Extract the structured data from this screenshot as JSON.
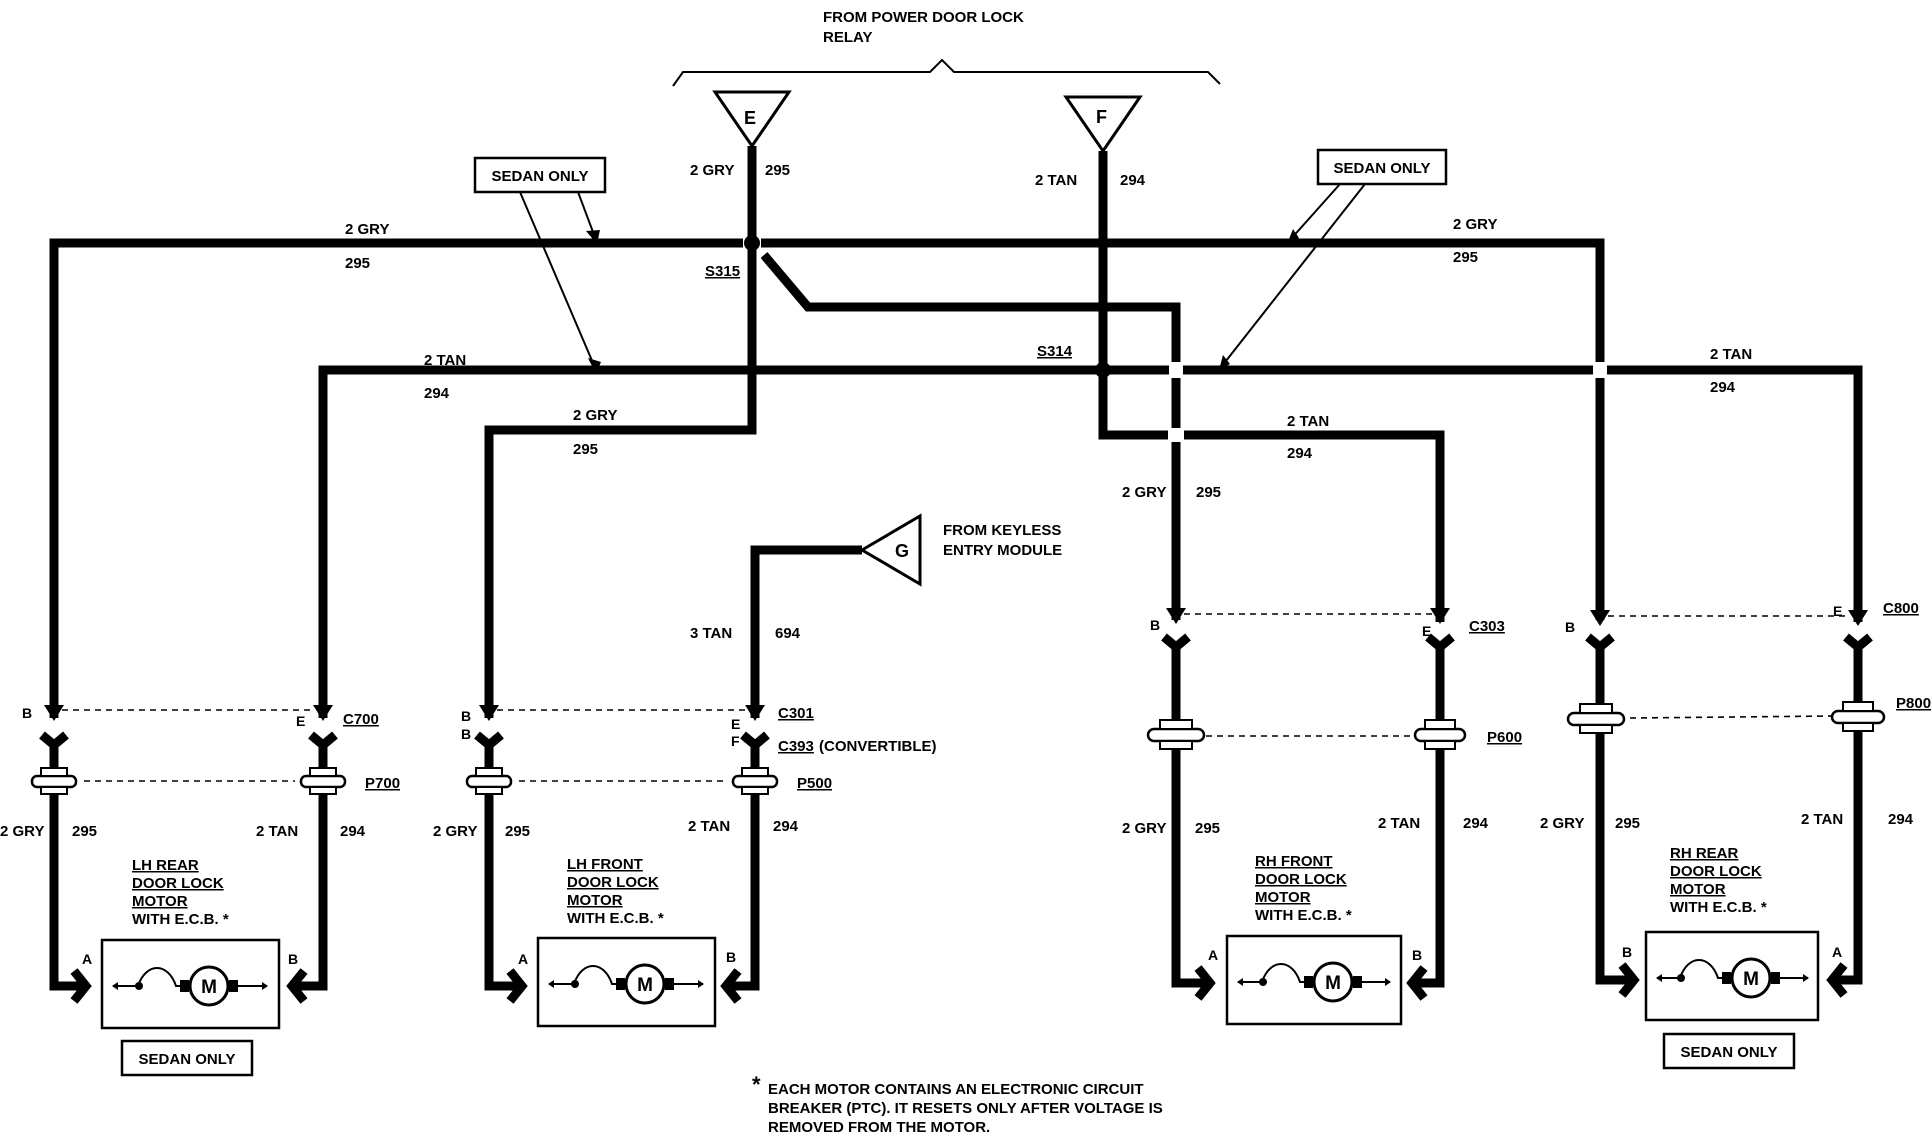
{
  "relay": {
    "line1": "FROM POWER DOOR LOCK",
    "line2": "RELAY"
  },
  "terminals": {
    "e": "E",
    "f": "F",
    "g": "G"
  },
  "keyless": {
    "line1": "FROM KEYLESS",
    "line2": "ENTRY MODULE"
  },
  "splices": {
    "s315": "S315",
    "s314": "S314"
  },
  "sedan_only": "SEDAN ONLY",
  "wires": {
    "gry": "2 GRY",
    "tan": "2 TAN",
    "gry_circuit": "295",
    "tan_circuit": "294",
    "tan3": "3 TAN",
    "tan3_circuit": "694"
  },
  "pins": {
    "a": "A",
    "b": "B",
    "e": "E",
    "f": "F"
  },
  "connectors": {
    "c700": "C700",
    "p700": "P700",
    "c301": "C301",
    "c393": "C393",
    "convertible": "(CONVERTIBLE)",
    "p500": "P500",
    "c303": "C303",
    "p600": "P600",
    "c800": "C800",
    "p800": "P800"
  },
  "motors": {
    "symbol": "M",
    "lh_rear": [
      "LH REAR",
      "DOOR LOCK",
      "MOTOR",
      "WITH E.C.B. *"
    ],
    "lh_front": [
      "LH FRONT",
      "DOOR LOCK",
      "MOTOR",
      "WITH E.C.B. *"
    ],
    "rh_front": [
      "RH FRONT",
      "DOOR LOCK",
      "MOTOR",
      "WITH E.C.B. *"
    ],
    "rh_rear": [
      "RH REAR",
      "DOOR LOCK",
      "MOTOR",
      "WITH E.C.B. *"
    ]
  },
  "footnote": {
    "star": "*",
    "line1": "EACH MOTOR CONTAINS AN ELECTRONIC CIRCUIT",
    "line2": "BREAKER (PTC). IT RESETS ONLY AFTER VOLTAGE IS",
    "line3": "REMOVED FROM THE MOTOR."
  }
}
